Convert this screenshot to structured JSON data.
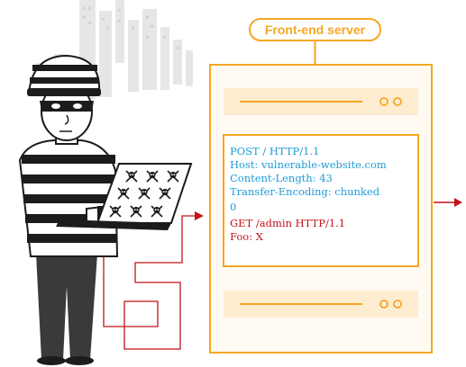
{
  "server": {
    "label": "Front-end server"
  },
  "request": {
    "lines": [
      "POST / HTTP/1.1",
      "Host: vulnerable-website.com",
      "Content-Length: 43",
      "Transfer-Encoding: chunked"
    ],
    "chunk_terminator": "0",
    "smuggled_lines": [
      "GET /admin HTTP/1.1",
      "Foo: X"
    ]
  },
  "colors": {
    "accent_orange": "#f5a623",
    "request_blue": "#1e9bd7",
    "smuggled_red": "#c0141c",
    "flow_line_red": "#c0141c",
    "panel_fill": "#fff6e6",
    "city_grey": "#e4e4e4",
    "hacker_black": "#1c1c1c"
  },
  "icons": {
    "skull": "skull-crossbones-icon",
    "arrow": "arrow-right-icon",
    "dots": "status-dots-icon"
  }
}
